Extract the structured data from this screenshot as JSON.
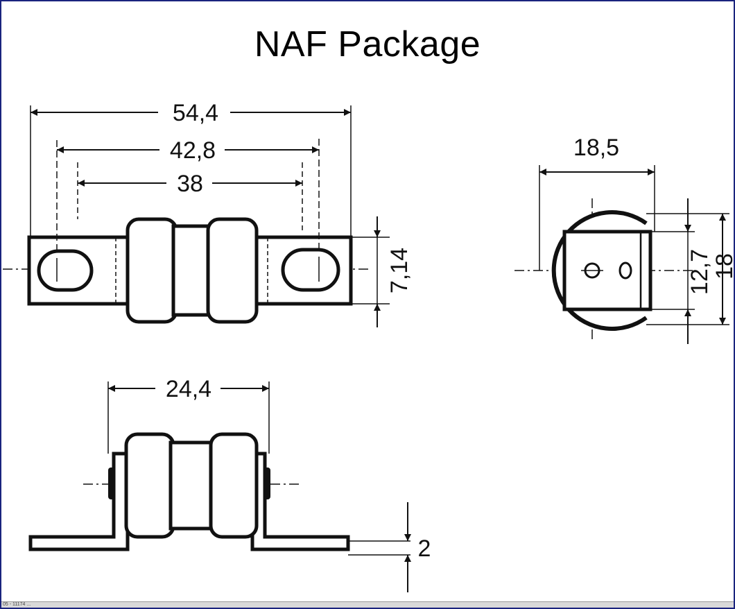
{
  "title": "NAF Package",
  "dimensions": {
    "overall_length": "54,4",
    "hole_center_distance": "42,8",
    "body_length": "38",
    "tag_width": "7,14",
    "body_diameter": "18,5",
    "tag_height": "12,7",
    "overall_height": "18",
    "bottom_body_length": "24,4",
    "tag_thickness": "2"
  },
  "status_strip": {
    "text": "05 - 11174 ..."
  },
  "colors": {
    "line": "#111111",
    "frame_border": "#1a237e",
    "background": "#ffffff"
  }
}
